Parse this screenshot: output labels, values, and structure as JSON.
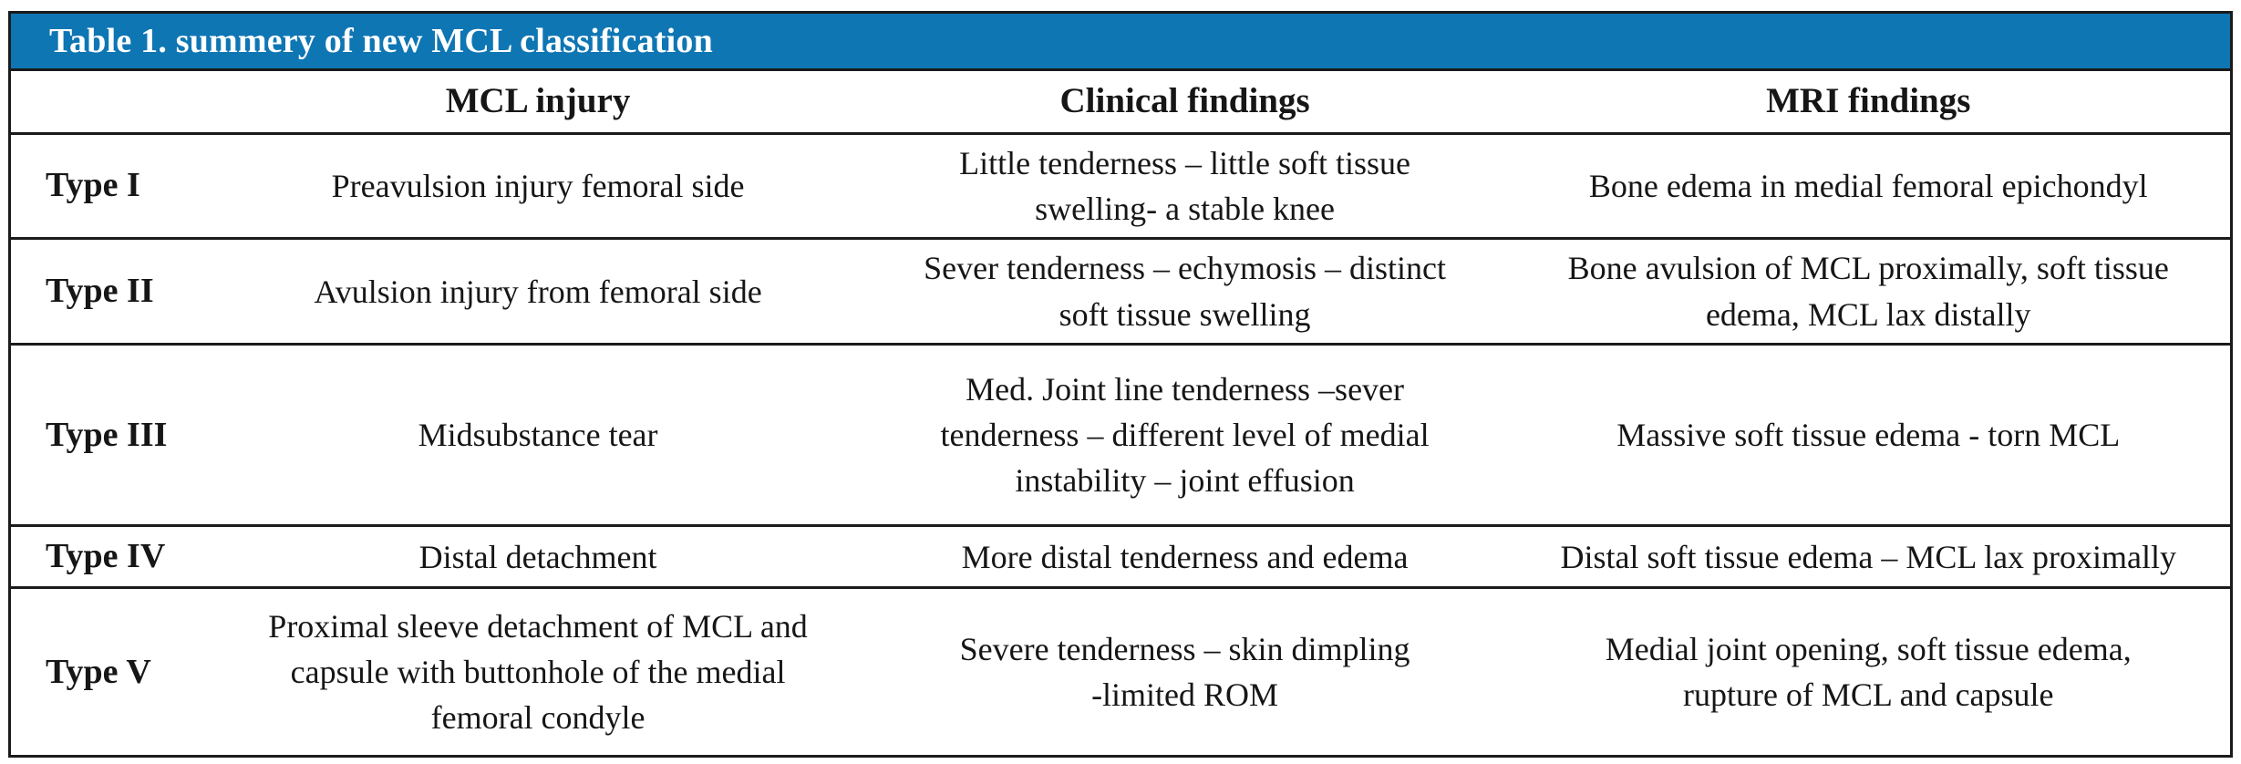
{
  "title": "Table 1. summery of new MCL classification",
  "colors": {
    "header_bar_blue": "#0f76b4",
    "border_black": "#1b1b1b",
    "title_text": "#ffffff"
  },
  "columns": {
    "type": "",
    "mcl": "MCL injury",
    "clinical": "Clinical findings",
    "mri": "MRI findings"
  },
  "rows": [
    {
      "type": "Type I",
      "mcl": "Preavulsion injury femoral side",
      "clinical": "Little tenderness – little soft tissue\nswelling- a stable knee",
      "mri": "Bone edema in medial femoral epichondyl"
    },
    {
      "type": "Type II",
      "mcl": "Avulsion injury from femoral side",
      "clinical": "Sever tenderness – echymosis – distinct\nsoft tissue swelling",
      "mri": "Bone avulsion of MCL proximally, soft tissue\nedema, MCL lax distally"
    },
    {
      "type": "Type III",
      "mcl": "Midsubstance tear",
      "clinical": "Med. Joint line tenderness –sever\ntenderness – different level of medial\ninstability – joint effusion",
      "mri": "Massive soft tissue edema - torn MCL"
    },
    {
      "type": "Type IV",
      "mcl": "Distal detachment",
      "clinical": "More distal tenderness and edema",
      "mri": "Distal soft tissue edema –  MCL lax proximally"
    },
    {
      "type": "Type V",
      "mcl": "Proximal sleeve detachment of MCL and\ncapsule with buttonhole of the medial\nfemoral condyle",
      "clinical": "Severe tenderness – skin dimpling\n-limited ROM",
      "mri": "Medial joint opening, soft tissue edema,\nrupture of MCL and capsule"
    }
  ]
}
